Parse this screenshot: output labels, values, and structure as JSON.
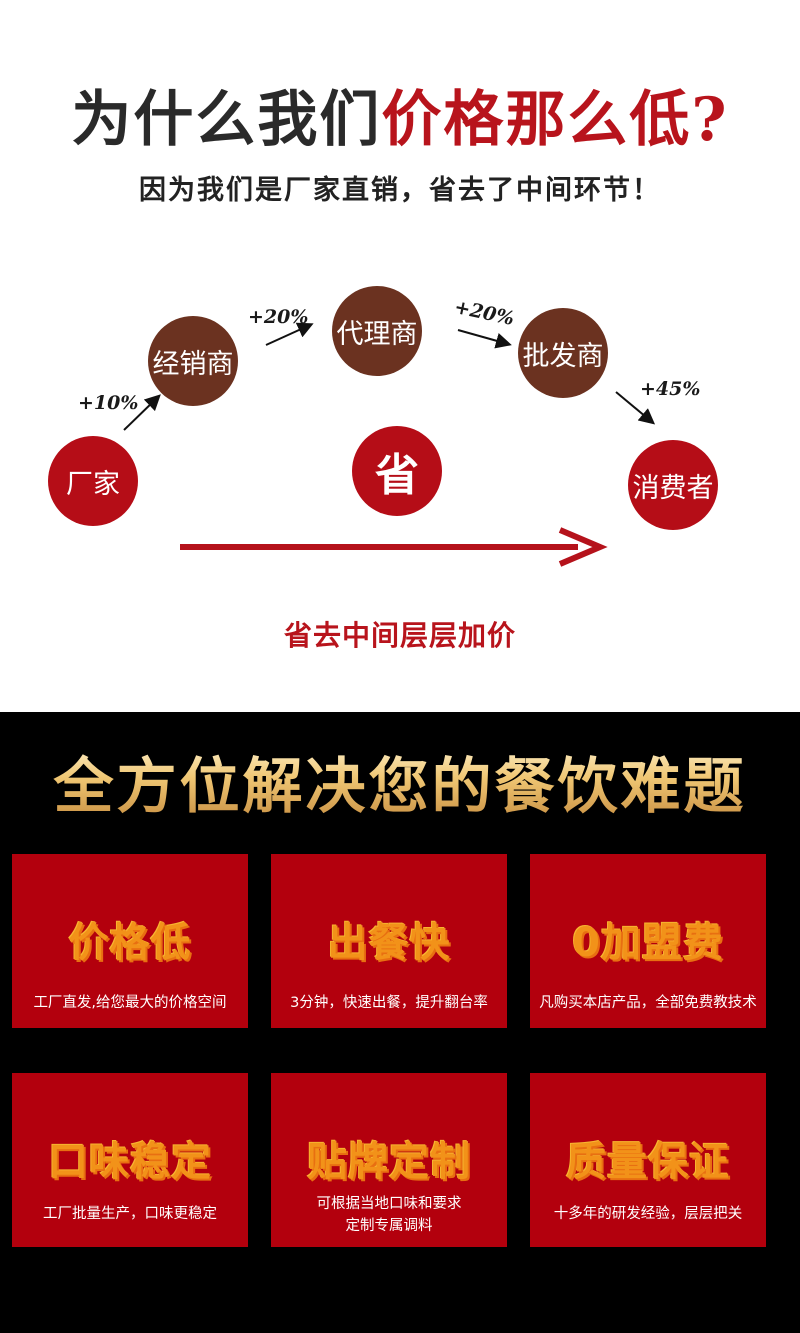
{
  "header": {
    "title_part1": "为什么我们",
    "title_part2": "价格那么低?",
    "subtitle": "因为我们是厂家直销，省去了中间环节！"
  },
  "flow": {
    "nodes": [
      {
        "label": "厂家",
        "color": "#b50d17"
      },
      {
        "label": "经销商",
        "color": "#6b3220"
      },
      {
        "label": "代理商",
        "color": "#6b3220"
      },
      {
        "label": "批发商",
        "color": "#6b3220"
      },
      {
        "label": "消费者",
        "color": "#b50d17"
      }
    ],
    "markups": [
      "+10%",
      "+20%",
      "+20%",
      "+45%"
    ],
    "center_label": "省",
    "caption": "省去中间层层加价"
  },
  "solutions": {
    "title": "全方位解决您的餐饮难题",
    "cards": [
      {
        "title": "价格低",
        "desc": [
          "工厂直发,给您最大的价格空间"
        ]
      },
      {
        "title": "出餐快",
        "desc": [
          "3分钟，快速出餐，提升翻台率"
        ]
      },
      {
        "title": "0加盟费",
        "desc": [
          "凡购买本店产品，全部免费教技术"
        ]
      },
      {
        "title": "口味稳定",
        "desc": [
          "工厂批量生产，口味更稳定"
        ]
      },
      {
        "title": "贴牌定制",
        "desc": [
          "可根据当地口味和要求",
          "定制专属调料"
        ]
      },
      {
        "title": "质量保证",
        "desc": [
          "十多年的研发经验，层层把关"
        ]
      }
    ]
  },
  "colors": {
    "accent_red": "#b8141c",
    "brown": "#6b3220",
    "card_red": "#b3000d",
    "gold": "#e8c27a",
    "orange": "#ff9a1e"
  }
}
